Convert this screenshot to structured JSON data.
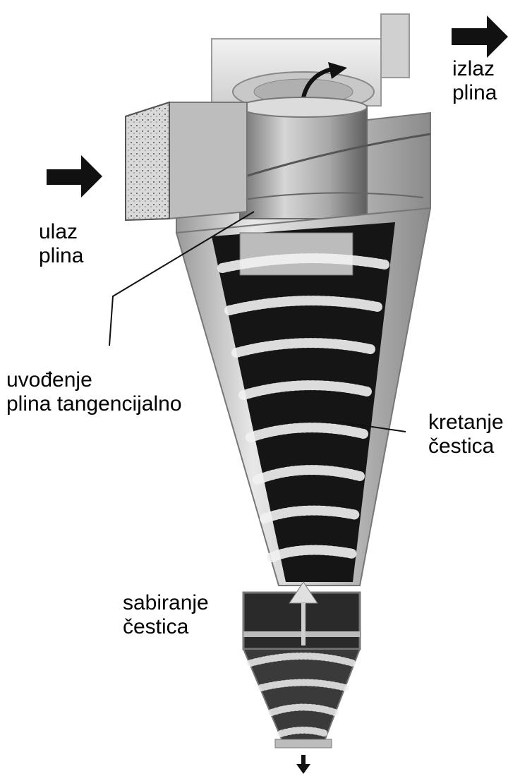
{
  "diagram": {
    "labels": {
      "gas_outlet": [
        "izlaz",
        "plina"
      ],
      "gas_inlet": [
        "ulaz",
        "plina"
      ],
      "tangential_entry": [
        "uvođenje",
        "plina tangencijalno"
      ],
      "particle_motion": [
        "kretanje",
        "čestica"
      ],
      "particle_collection": [
        "sabiranje",
        "čestica"
      ]
    },
    "colors": {
      "arrow": "#111111",
      "metal_light": "#e4e4e4",
      "metal_mid": "#b8b8b8",
      "metal_dark": "#7a7a7a",
      "interior": "#151515",
      "dust": "#f2f2f2"
    }
  }
}
